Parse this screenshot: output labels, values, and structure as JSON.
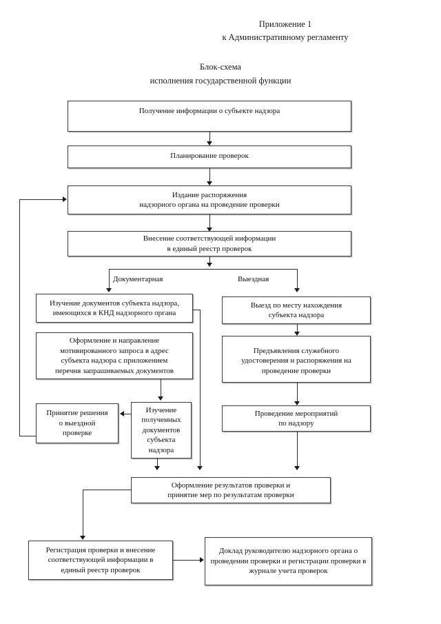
{
  "document": {
    "header": {
      "line1": "Приложение 1",
      "line2": "к Административному регламенту"
    },
    "title": {
      "line1": "Блок-схема",
      "line2": "исполнения государственной функции"
    }
  },
  "flowchart": {
    "type": "flowchart",
    "orientation": "top-to-bottom",
    "nodes": [
      {
        "id": "n1",
        "label": "Получение информации о субъекте надзора"
      },
      {
        "id": "n2",
        "label": "Планирование проверок"
      },
      {
        "id": "n3",
        "label": "Издание распоряжения\nнадзорного органа на проведение проверки"
      },
      {
        "id": "n3a",
        "label": "Издание распоряжения"
      },
      {
        "id": "n3b",
        "label": "надзорного органа на проведение проверки"
      },
      {
        "id": "n4a",
        "label": "Внесение соответствующей информации"
      },
      {
        "id": "n4b",
        "label": "в единый реестр проверок"
      },
      {
        "id": "n5a",
        "label": "Изучение документов субъекта надзора,"
      },
      {
        "id": "n5b",
        "label": "имеющихся в КНД надзорного органа"
      },
      {
        "id": "n6a",
        "label": "Оформление и направление"
      },
      {
        "id": "n6b",
        "label": "мотивированного запроса в адрес"
      },
      {
        "id": "n6c",
        "label": "субъекта надзора с приложением"
      },
      {
        "id": "n6d",
        "label": "перечня запрашиваемых документов"
      },
      {
        "id": "n7a",
        "label": "Принятие решения"
      },
      {
        "id": "n7b",
        "label": "о выездной"
      },
      {
        "id": "n7c",
        "label": "проверке"
      },
      {
        "id": "n8a",
        "label": "Изучение"
      },
      {
        "id": "n8b",
        "label": "полученных"
      },
      {
        "id": "n8c",
        "label": "документов"
      },
      {
        "id": "n8d",
        "label": "субъекта"
      },
      {
        "id": "n8e",
        "label": "надзора"
      },
      {
        "id": "n9a",
        "label": "Выезд по месту нахождения"
      },
      {
        "id": "n9b",
        "label": "субъекта надзора"
      },
      {
        "id": "n10a",
        "label": "Предъявления служебного"
      },
      {
        "id": "n10b",
        "label": "удостоверения и распоряжения на"
      },
      {
        "id": "n10c",
        "label": "проведение проверки"
      },
      {
        "id": "n11a",
        "label": "Проведение мероприятий"
      },
      {
        "id": "n11b",
        "label": "по надзору"
      },
      {
        "id": "n12a",
        "label": "Оформление результатов проверки и"
      },
      {
        "id": "n12b",
        "label": "принятие мер по результатам проверки"
      },
      {
        "id": "n13a",
        "label": "Регистрация проверки и внесение"
      },
      {
        "id": "n13b",
        "label": "соответствующей информации  в"
      },
      {
        "id": "n13c",
        "label": "единый реестр проверок"
      },
      {
        "id": "n14a",
        "label": "Доклад руководителю надзорного органа о"
      },
      {
        "id": "n14b",
        "label": "проведении проверки и регистрации проверки в"
      },
      {
        "id": "n14c",
        "label": "журнале учета проверок"
      }
    ],
    "branch_labels": {
      "left": "Документарная",
      "right": "Выездная"
    }
  },
  "colors": {
    "box_border": "#3a3a3a",
    "box_shadow": "#b4b4b4",
    "connector": "#2b2b2b",
    "text": "#111111",
    "background": "#ffffff"
  }
}
